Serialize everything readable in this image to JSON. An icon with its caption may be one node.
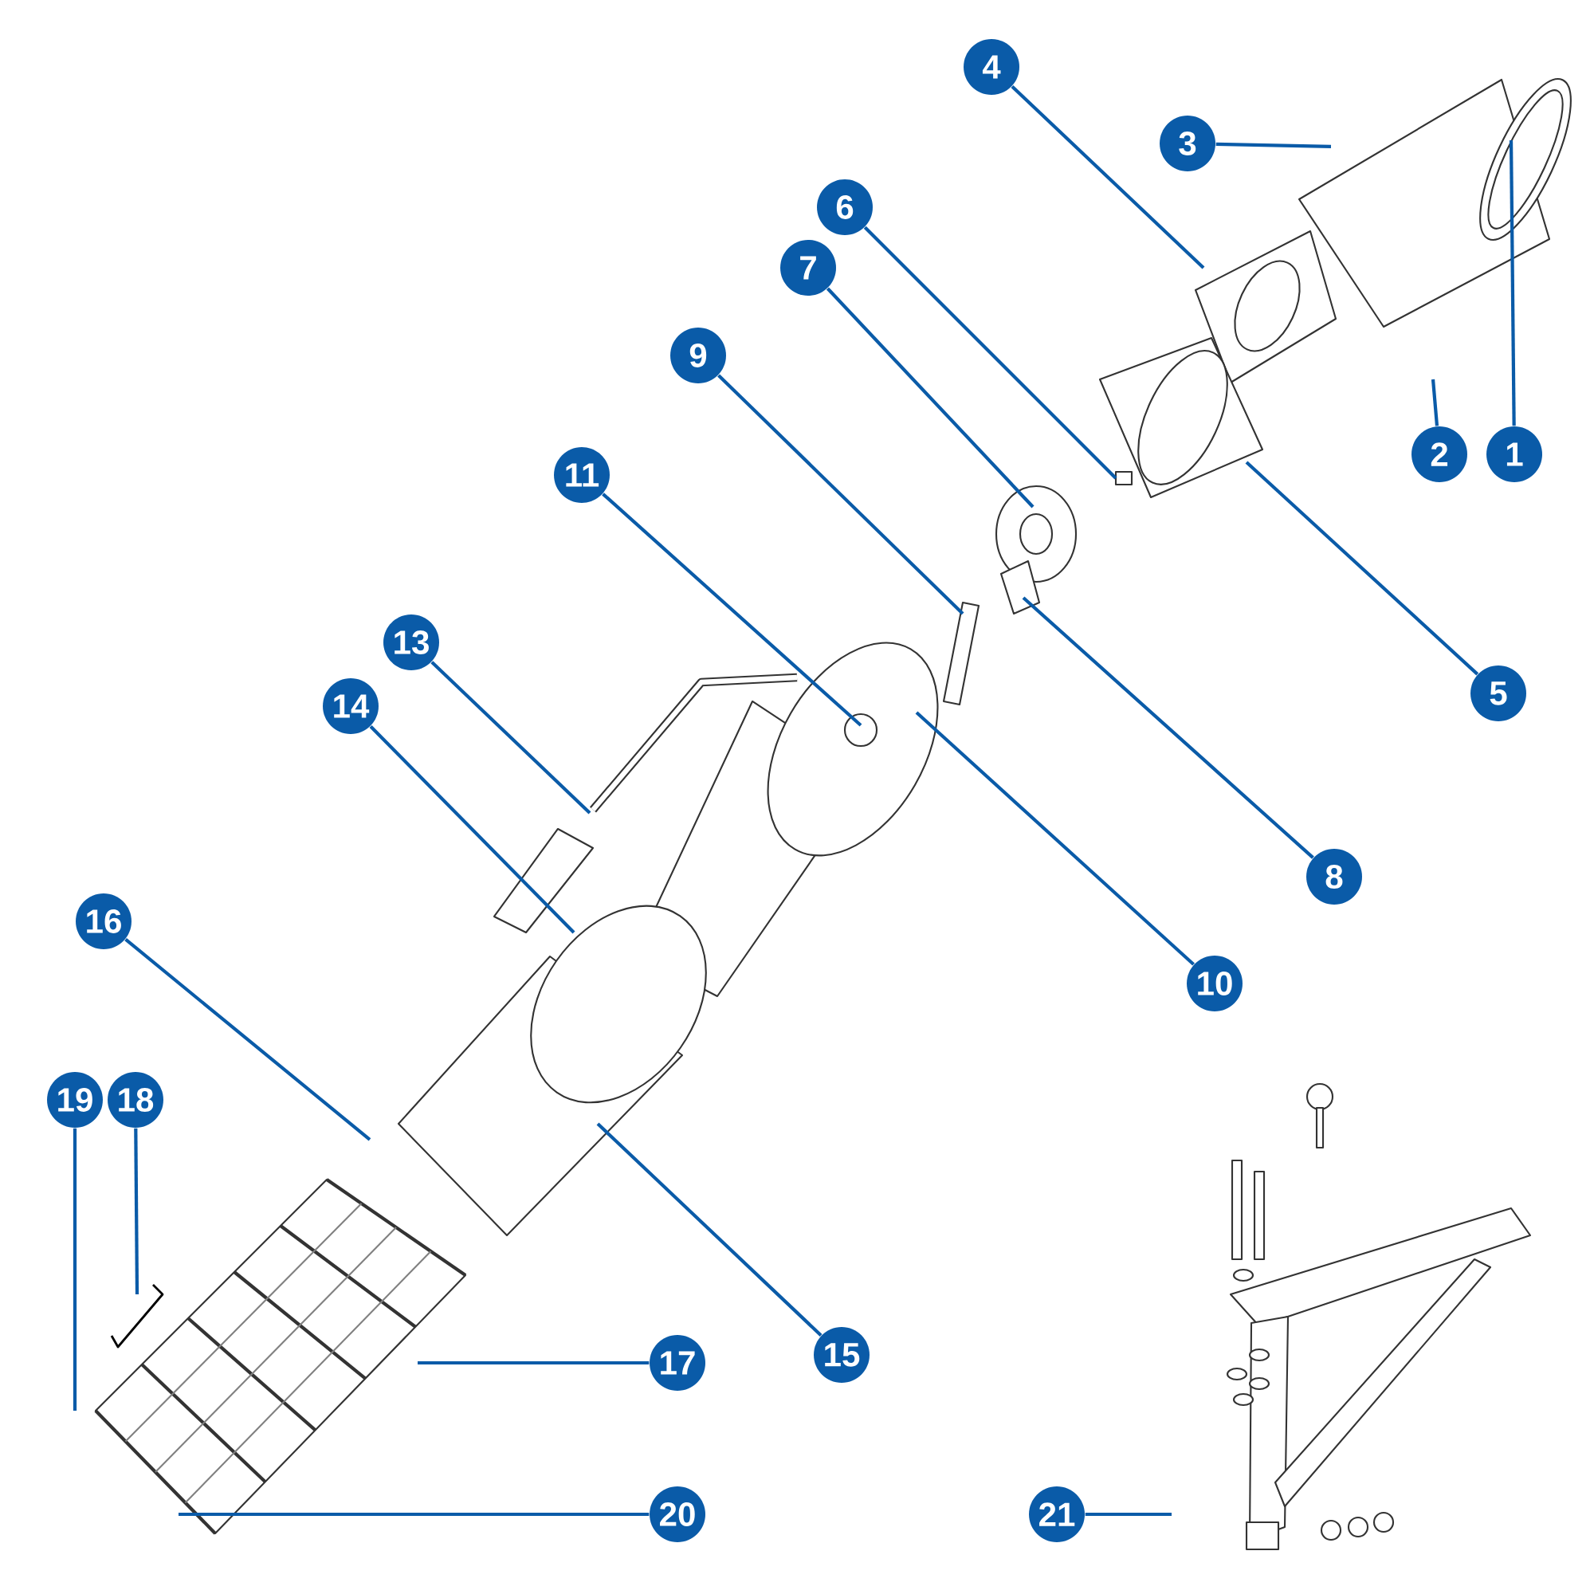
{
  "diagram": {
    "nodes": [
      {
        "text": [
          "1"
        ]
      },
      {
        "text": [
          "2"
        ]
      },
      {
        "text": [
          "3"
        ]
      },
      {
        "text": [
          "4"
        ]
      },
      {
        "text": [
          "5"
        ]
      },
      {
        "text": [
          "6"
        ]
      },
      {
        "text": [
          "7"
        ]
      },
      {
        "text": [
          "8"
        ]
      },
      {
        "text": [
          "9"
        ]
      },
      {
        "text": [
          "10"
        ]
      },
      {
        "text": [
          "11"
        ]
      },
      {
        "text": [
          "13"
        ]
      },
      {
        "text": [
          "14"
        ]
      },
      {
        "text": [
          "15"
        ]
      },
      {
        "text": [
          "16"
        ]
      },
      {
        "text": [
          "17"
        ]
      },
      {
        "text": [
          "18"
        ]
      },
      {
        "text": [
          "19"
        ]
      },
      {
        "text": [
          "20"
        ]
      },
      {
        "text": [
          "21"
        ]
      }
    ],
    "edges": [
      {
        "from": 0,
        "to": null,
        "arrow": "none"
      },
      {
        "from": 1,
        "to": null,
        "arrow": "none"
      },
      {
        "from": 2,
        "to": null,
        "arrow": "none"
      },
      {
        "from": 3,
        "to": null,
        "arrow": "none"
      },
      {
        "from": 4,
        "to": null,
        "arrow": "none"
      },
      {
        "from": 5,
        "to": null,
        "arrow": "none"
      },
      {
        "from": 6,
        "to": null,
        "arrow": "none"
      },
      {
        "from": 7,
        "to": null,
        "arrow": "none"
      },
      {
        "from": 8,
        "to": null,
        "arrow": "none"
      },
      {
        "from": 9,
        "to": null,
        "arrow": "none"
      },
      {
        "from": 10,
        "to": null,
        "arrow": "none"
      },
      {
        "from": 11,
        "to": null,
        "arrow": "none"
      },
      {
        "from": 12,
        "to": null,
        "arrow": "none"
      },
      {
        "from": 13,
        "to": null,
        "arrow": "none"
      },
      {
        "from": 14,
        "to": null,
        "arrow": "none"
      },
      {
        "from": 15,
        "to": null,
        "arrow": "none"
      },
      {
        "from": 16,
        "to": null,
        "arrow": "none"
      },
      {
        "from": 17,
        "to": null,
        "arrow": "none"
      },
      {
        "from": 18,
        "to": null,
        "arrow": "none"
      },
      {
        "from": 19,
        "to": null,
        "arrow": "none"
      }
    ]
  }
}
